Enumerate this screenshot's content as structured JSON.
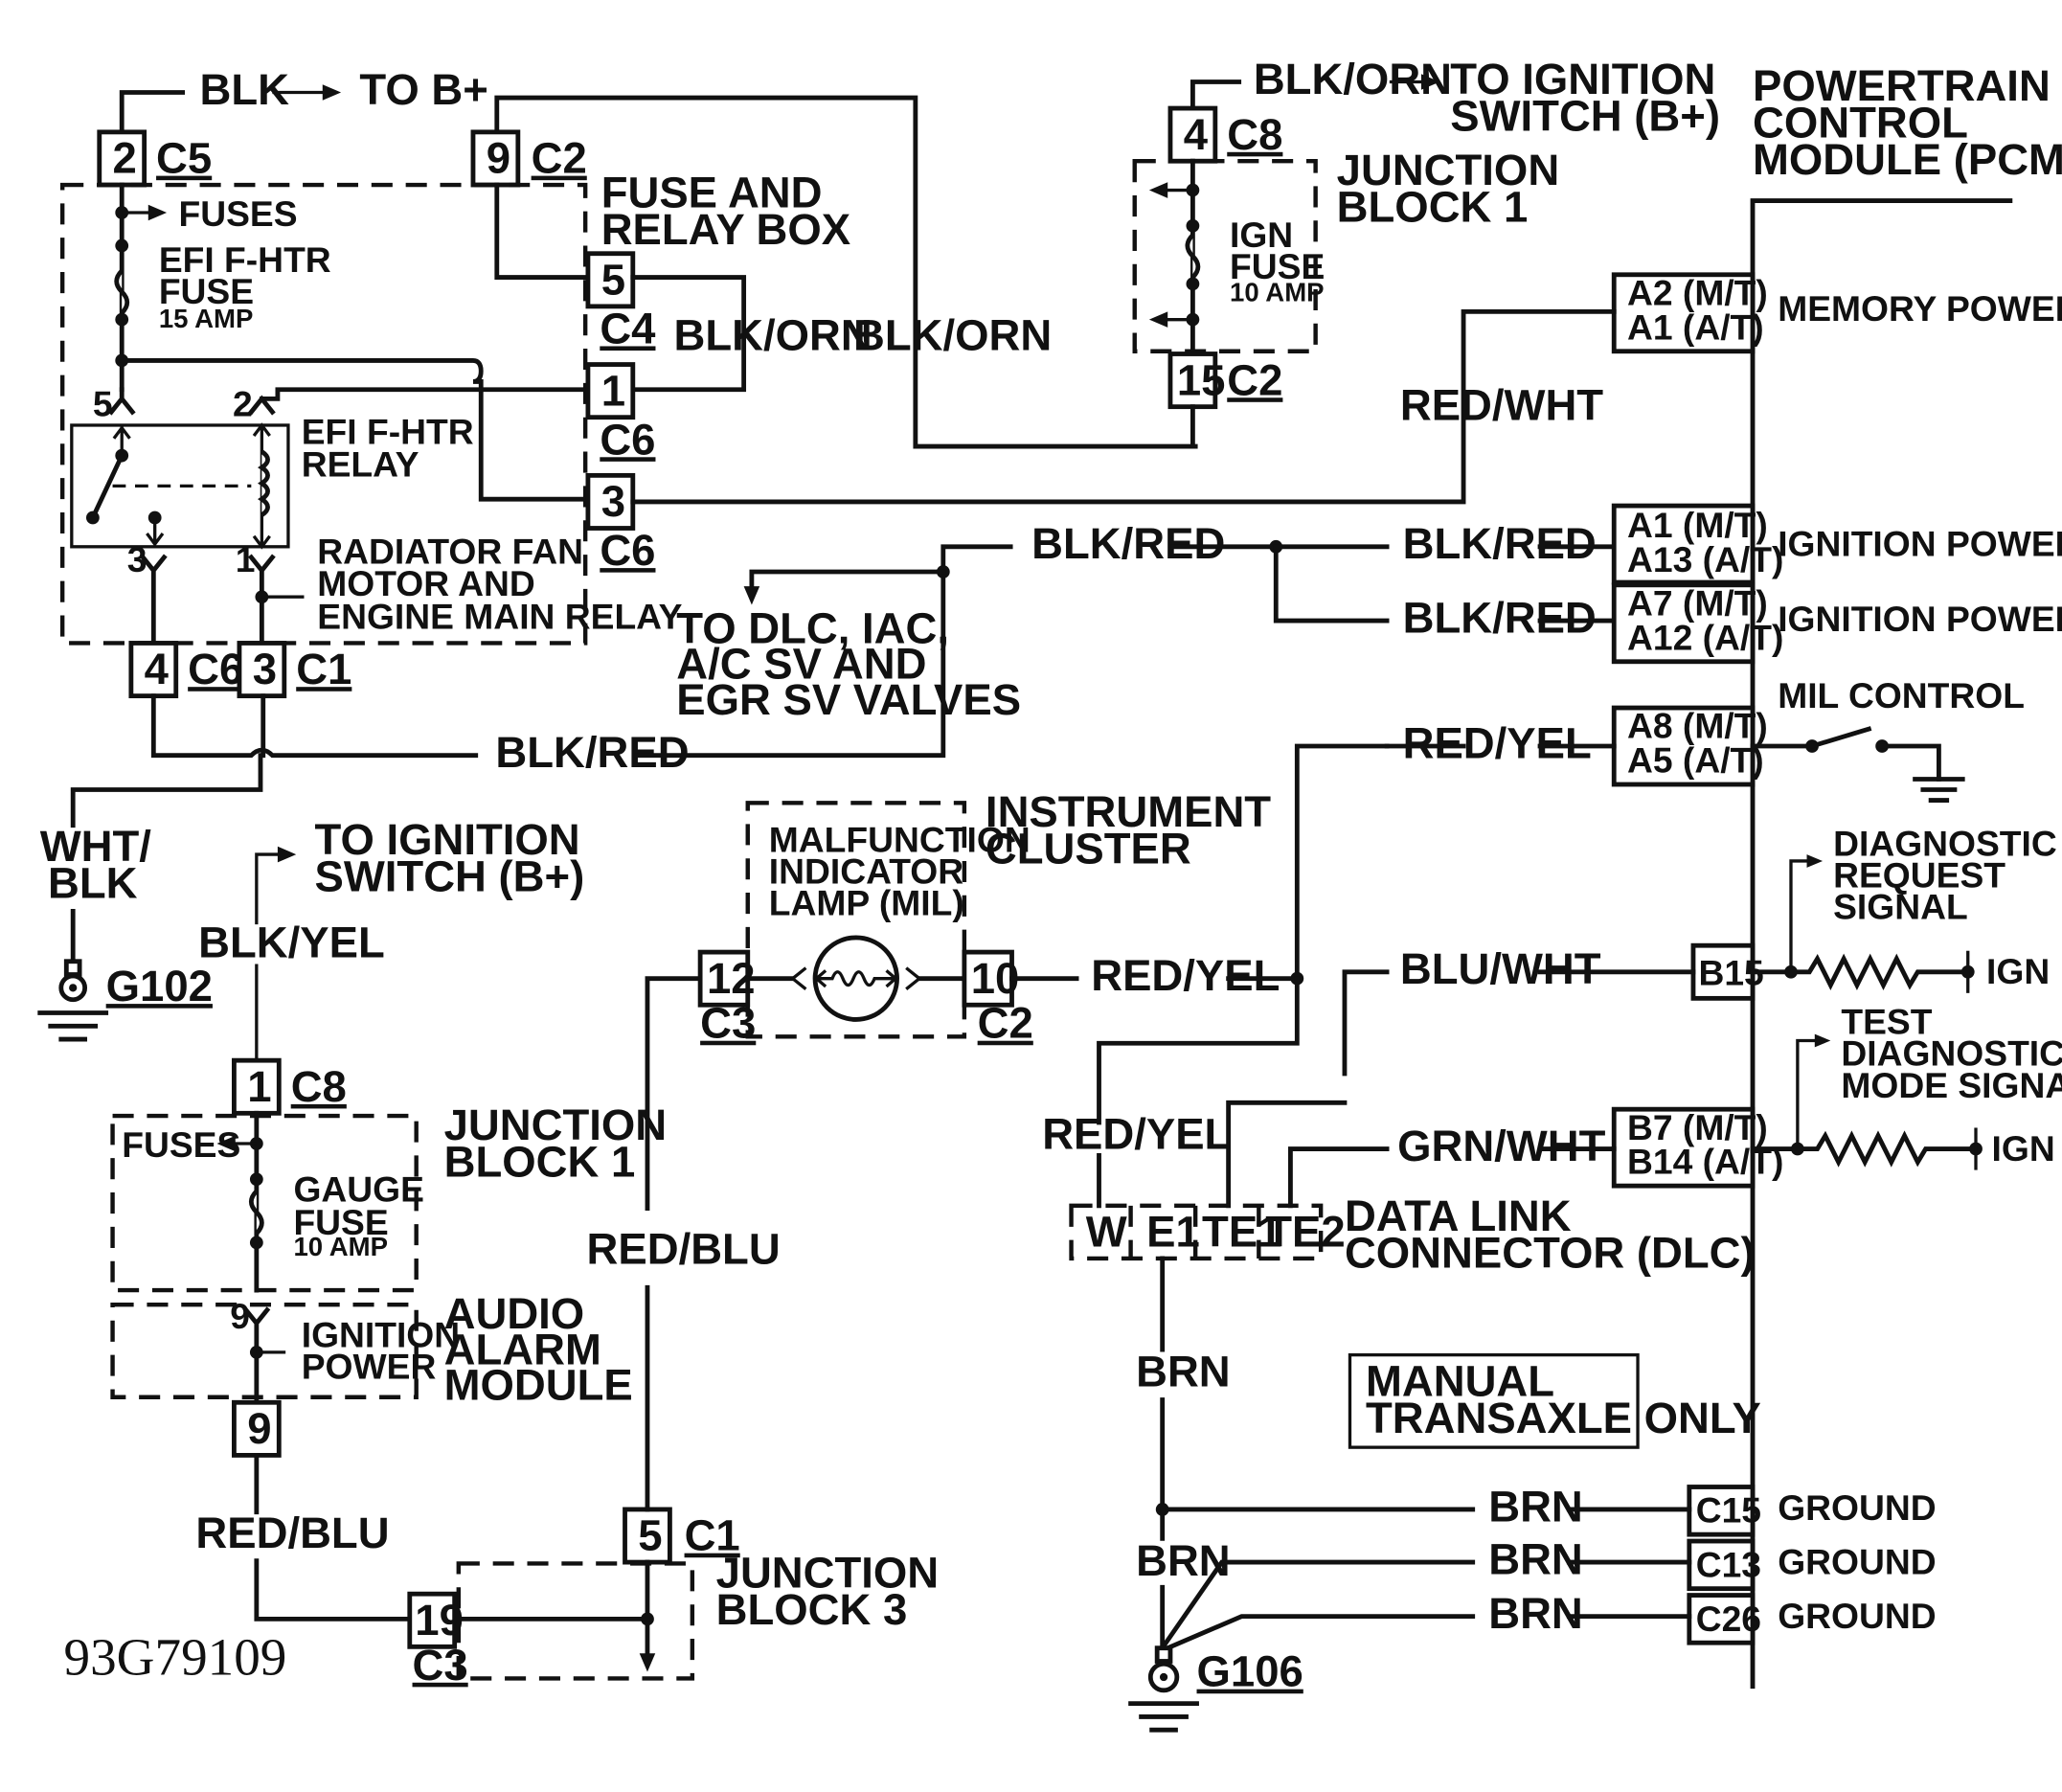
{
  "figure_id": "93G79109",
  "labels": {
    "blk_to_bplus_wire": "BLK",
    "to_bplus": "TO B+",
    "c5_pin": "2",
    "c5": "C5",
    "c2_top_pin": "9",
    "c2_top": "C2",
    "fuse_relay_box": [
      "FUSE AND",
      "RELAY BOX"
    ],
    "fuses_top": "FUSES",
    "efi_fuse": [
      "EFI F-HTR",
      "FUSE"
    ],
    "efi_fuse_rating": "15 AMP",
    "pin_5": "5",
    "c4": "C4",
    "blk_orn_1": "BLK/ORN",
    "blk_orn_2": "BLK/ORN",
    "pin_1": "1",
    "c6_a": "C6",
    "pin_3": "3",
    "c6_b": "C6",
    "relay_pin5": "5",
    "relay_pin2": "2",
    "relay_pin3": "3",
    "relay_pin1": "1",
    "efi_relay": [
      "EFI F-HTR",
      "RELAY"
    ],
    "radiator_relay": [
      "RADIATOR FAN",
      "MOTOR AND",
      "ENGINE MAIN RELAY"
    ],
    "pin_4_c6": "4",
    "c6_c": "C6",
    "pin_3_c1": "3",
    "c1_a": "C1",
    "blk_orn_top": "BLK/ORN",
    "to_ign_switch_top": [
      "TO IGNITION",
      "SWITCH (B+)"
    ],
    "jb1_top_pin": "4",
    "c8_top": "C8",
    "junction_block_1_top": [
      "JUNCTION",
      "BLOCK 1"
    ],
    "ign_fuse": [
      "IGN",
      "FUSE"
    ],
    "ign_fuse_rating": "10 AMP",
    "jb1_pin15": "15",
    "c2_jb1": "C2",
    "pcm_title": [
      "POWERTRAIN",
      "CONTROL",
      "MODULE (PCM)"
    ],
    "memory_power_pins": [
      "A2 (M/T)",
      "A1 (A/T)"
    ],
    "memory_power": "MEMORY POWER",
    "red_wht": "RED/WHT",
    "blk_red_main": "BLK/RED",
    "blk_red_1": "BLK/RED",
    "blk_red_2": "BLK/RED",
    "ign_power_pins_1": [
      "A1 (M/T)",
      "A13 (A/T)"
    ],
    "ign_power_1": "IGNITION POWER",
    "ign_power_pins_2": [
      "A7 (M/T)",
      "A12 (A/T)"
    ],
    "ign_power_2": "IGNITION POWER",
    "to_dlc": [
      "TO DLC, IAC,",
      "A/C SV AND",
      "EGR SV VALVES"
    ],
    "blk_red_bottom": "BLK/RED",
    "mil_control": "MIL CONTROL",
    "red_yel_pcm": "RED/YEL",
    "mil_pins": [
      "A8 (M/T)",
      "A5 (A/T)"
    ],
    "wht_blk": [
      "WHT/",
      "BLK"
    ],
    "g102": "G102",
    "to_ign_switch_bottom": [
      "TO IGNITION",
      "SWITCH (B+)"
    ],
    "blk_yel": "BLK/YEL",
    "jb1_bottom_pin": "1",
    "c8_bottom": "C8",
    "fuses_bottom": "FUSES",
    "gauge_fuse": [
      "GAUGE",
      "FUSE"
    ],
    "gauge_fuse_rating": "10 AMP",
    "junction_block_1_bottom": [
      "JUNCTION",
      "BLOCK 1"
    ],
    "audio_pin9_small": "9",
    "ignition_power_audio": [
      "IGNITION",
      "POWER"
    ],
    "audio_alarm": [
      "AUDIO",
      "ALARM",
      "MODULE"
    ],
    "audio_pin9": "9",
    "red_blu_left": "RED/BLU",
    "red_blu_mid": "RED/BLU",
    "malfunction_lamp": [
      "MALFUNCTION",
      "INDICATOR",
      "LAMP (MIL)"
    ],
    "instrument_cluster": [
      "INSTRUMENT",
      "CLUSTER"
    ],
    "ic_pin12": "12",
    "c3_ic": "C3",
    "ic_pin10": "10",
    "c2_ic": "C2",
    "red_yel_ic": "RED/YEL",
    "diag_request": [
      "DIAGNOSTIC",
      "REQUEST",
      "SIGNAL"
    ],
    "blu_wht": "BLU/WHT",
    "b15": "B15",
    "ign_1": "IGN",
    "test_diag": [
      "TEST",
      "DIAGNOSTIC",
      "MODE SIGNAL"
    ],
    "red_yel_dlc": "RED/YEL",
    "grn_wht": "GRN/WHT",
    "b7_pins": [
      "B7 (M/T)",
      "B14 (A/T)"
    ],
    "ign_2": "IGN",
    "dlc_pins": [
      "W",
      "E1",
      "TE1",
      "TE2"
    ],
    "dlc": [
      "DATA LINK",
      "CONNECTOR (DLC)"
    ],
    "brn_1": "BRN",
    "manual_transaxle": [
      "MANUAL",
      "TRANSAXLE ONLY"
    ],
    "brn_c15": "BRN",
    "c15": "C15",
    "ground_1": "GROUND",
    "brn_2": "BRN",
    "brn_c13": "BRN",
    "c13": "C13",
    "ground_2": "GROUND",
    "brn_c26": "BRN",
    "c26": "C26",
    "ground_3": "GROUND",
    "g106": "G106",
    "jb3_pin5": "5",
    "c1_jb3": "C1",
    "junction_block_3": [
      "JUNCTION",
      "BLOCK 3"
    ],
    "jb3_pin19": "19",
    "c3_jb3": "C3"
  }
}
